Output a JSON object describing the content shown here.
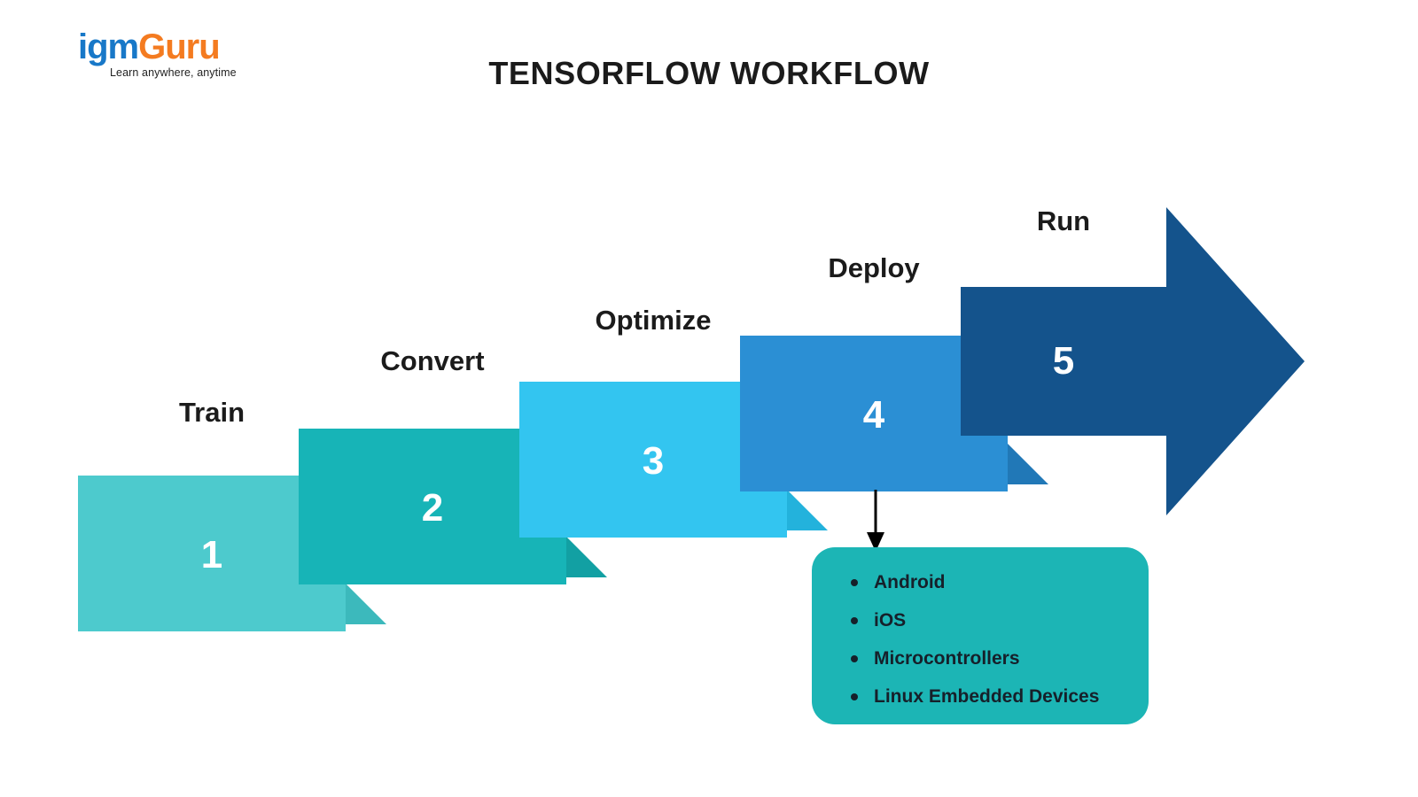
{
  "logo": {
    "part1": "igm",
    "part2": "Guru",
    "tagline": "Learn anywhere, anytime",
    "color_part1": "#1878C8",
    "color_part2": "#F47B20"
  },
  "title": "TENSORFLOW WORKFLOW",
  "diagram": {
    "type": "process-steps-arrow",
    "steps": [
      {
        "number": "1",
        "label": "Train",
        "color": "#4DCACD",
        "shadow_color": "#3CB9BC"
      },
      {
        "number": "2",
        "label": "Convert",
        "color": "#17B4B7",
        "shadow_color": "#12A0A3"
      },
      {
        "number": "3",
        "label": "Optimize",
        "color": "#33C5F0",
        "shadow_color": "#23B2DC"
      },
      {
        "number": "4",
        "label": "Deploy",
        "color": "#2B8FD4",
        "shadow_color": "#2178B7"
      },
      {
        "number": "5",
        "label": "Run",
        "color": "#14538C",
        "shadow_color": "#0F4273"
      }
    ],
    "connector": {
      "from": "4",
      "to": "platform-list",
      "direction": "down"
    },
    "platform_box": {
      "color": "#1CB5B5",
      "items": [
        "Android",
        "iOS",
        " Microcontrollers",
        "Linux Embedded Devices"
      ]
    }
  }
}
